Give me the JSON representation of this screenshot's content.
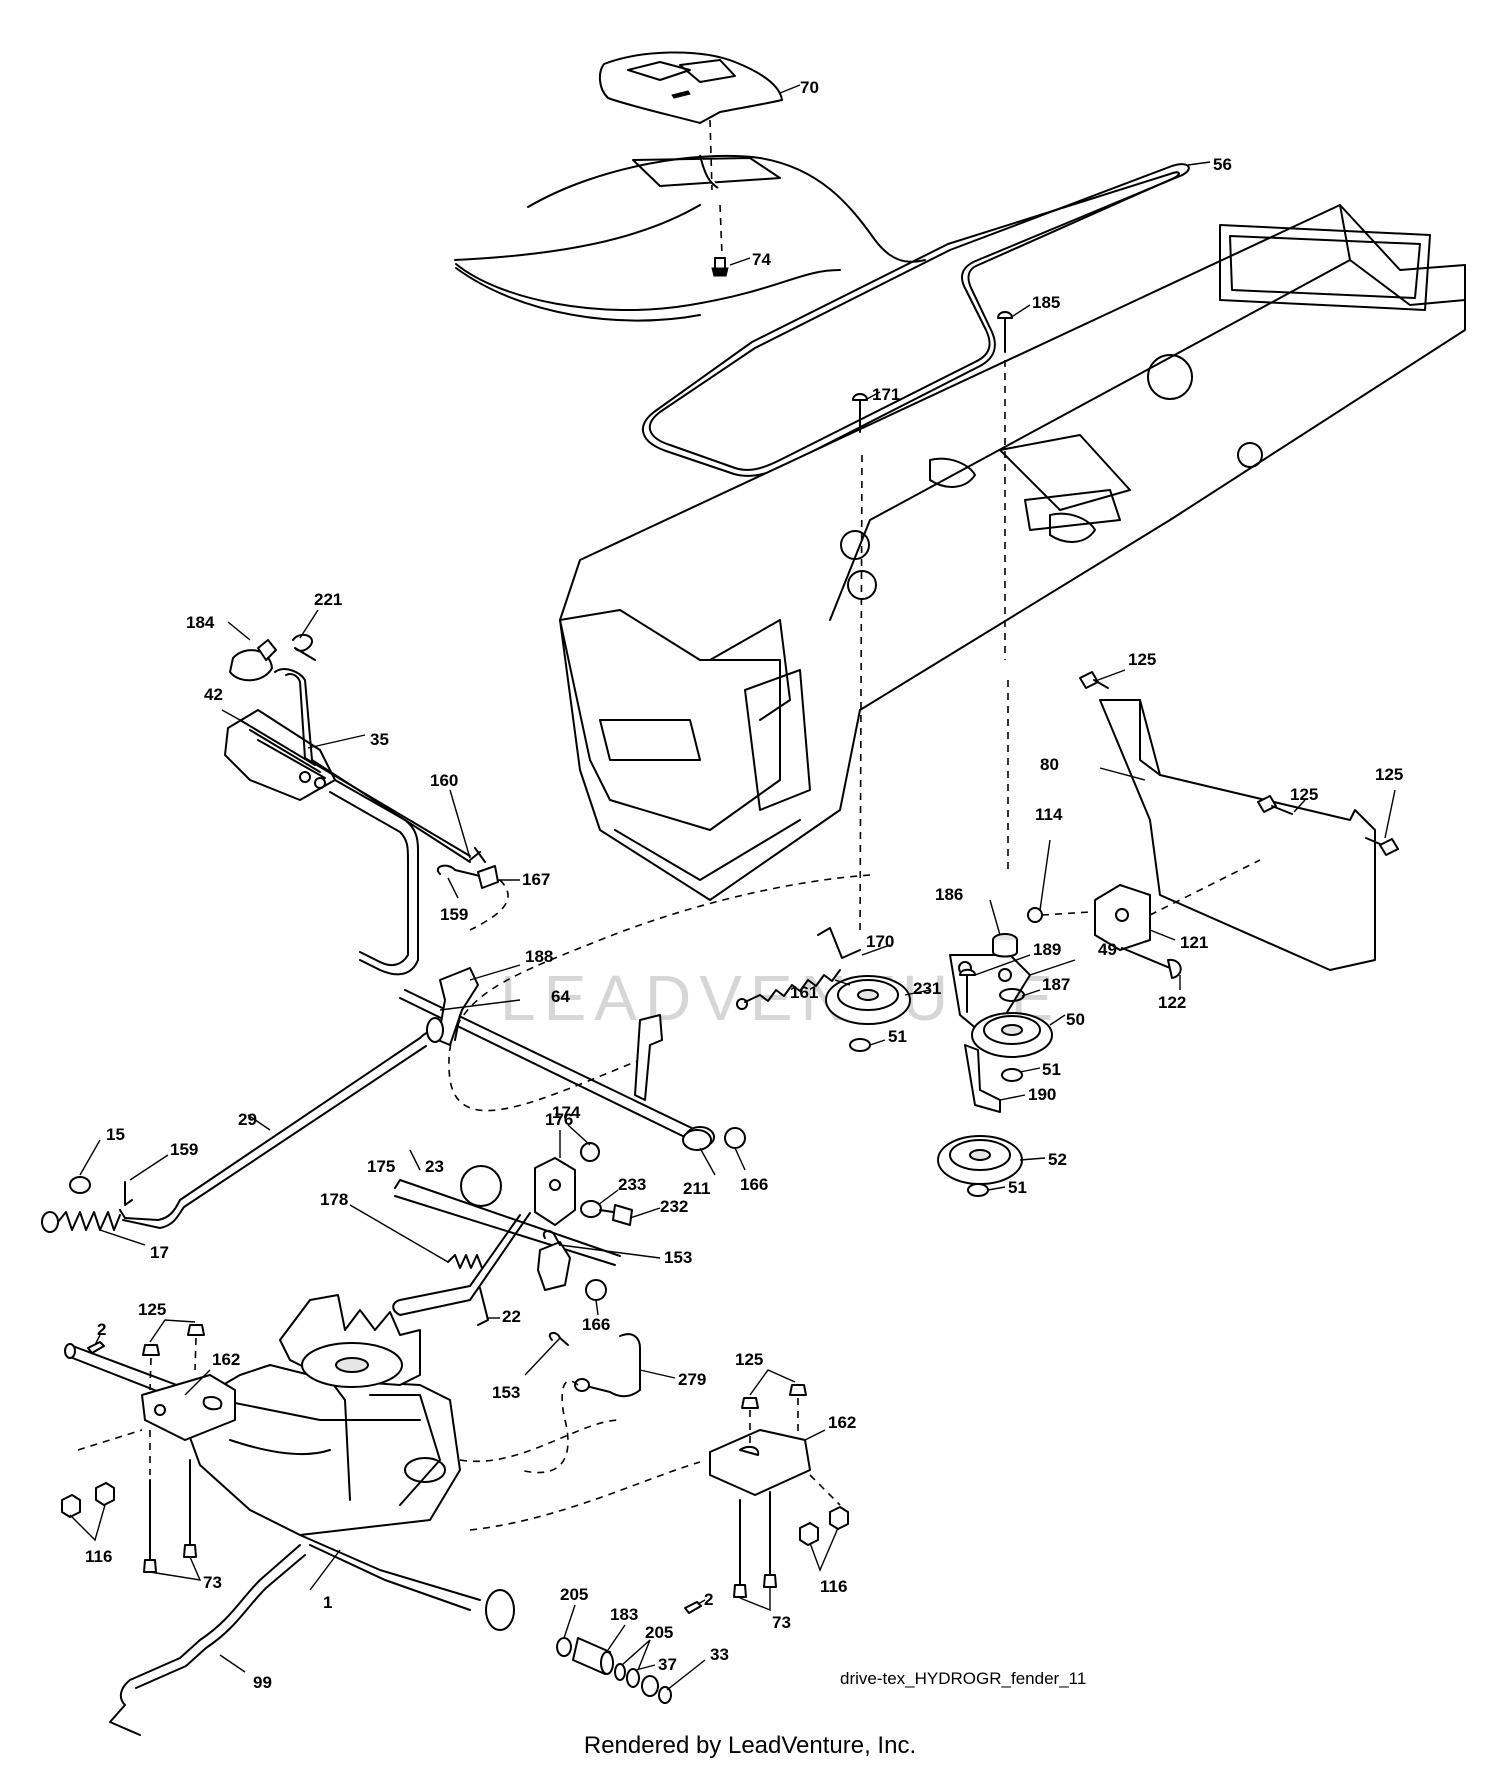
{
  "diagram": {
    "watermark": "LEADVENTURE",
    "reference_code": "drive-tex_HYDROGR_fender_11",
    "footer_credit": "Rendered by LeadVenture, Inc.",
    "callouts": [
      {
        "id": "70",
        "text": "70"
      },
      {
        "id": "56",
        "text": "56"
      },
      {
        "id": "74",
        "text": "74"
      },
      {
        "id": "185",
        "text": "185"
      },
      {
        "id": "171",
        "text": "171"
      },
      {
        "id": "184",
        "text": "184"
      },
      {
        "id": "221",
        "text": "221"
      },
      {
        "id": "42",
        "text": "42"
      },
      {
        "id": "35",
        "text": "35"
      },
      {
        "id": "160",
        "text": "160"
      },
      {
        "id": "159a",
        "text": "159"
      },
      {
        "id": "167",
        "text": "167"
      },
      {
        "id": "188",
        "text": "188"
      },
      {
        "id": "64",
        "text": "64"
      },
      {
        "id": "125a",
        "text": "125"
      },
      {
        "id": "80",
        "text": "80"
      },
      {
        "id": "125b",
        "text": "125"
      },
      {
        "id": "125c",
        "text": "125"
      },
      {
        "id": "114",
        "text": "114"
      },
      {
        "id": "186",
        "text": "186"
      },
      {
        "id": "121",
        "text": "121"
      },
      {
        "id": "122",
        "text": "122"
      },
      {
        "id": "189",
        "text": "189"
      },
      {
        "id": "49",
        "text": "49"
      },
      {
        "id": "170",
        "text": "170"
      },
      {
        "id": "187",
        "text": "187"
      },
      {
        "id": "231",
        "text": "231"
      },
      {
        "id": "161",
        "text": "161"
      },
      {
        "id": "50",
        "text": "50"
      },
      {
        "id": "51a",
        "text": "51"
      },
      {
        "id": "51b",
        "text": "51"
      },
      {
        "id": "190",
        "text": "190"
      },
      {
        "id": "52",
        "text": "52"
      },
      {
        "id": "51c",
        "text": "51"
      },
      {
        "id": "29",
        "text": "29"
      },
      {
        "id": "15",
        "text": "15"
      },
      {
        "id": "159b",
        "text": "159"
      },
      {
        "id": "17",
        "text": "17"
      },
      {
        "id": "176",
        "text": "176"
      },
      {
        "id": "174",
        "text": "174"
      },
      {
        "id": "175",
        "text": "175"
      },
      {
        "id": "23",
        "text": "23"
      },
      {
        "id": "233",
        "text": "233"
      },
      {
        "id": "232",
        "text": "232"
      },
      {
        "id": "211",
        "text": "211"
      },
      {
        "id": "166a",
        "text": "166"
      },
      {
        "id": "178",
        "text": "178"
      },
      {
        "id": "153a",
        "text": "153"
      },
      {
        "id": "166b",
        "text": "166"
      },
      {
        "id": "22",
        "text": "22"
      },
      {
        "id": "125d",
        "text": "125"
      },
      {
        "id": "2a",
        "text": "2"
      },
      {
        "id": "162a",
        "text": "162"
      },
      {
        "id": "153b",
        "text": "153"
      },
      {
        "id": "279",
        "text": "279"
      },
      {
        "id": "125e",
        "text": "125"
      },
      {
        "id": "162b",
        "text": "162"
      },
      {
        "id": "116a",
        "text": "116"
      },
      {
        "id": "116b",
        "text": "116"
      },
      {
        "id": "73a",
        "text": "73"
      },
      {
        "id": "73b",
        "text": "73"
      },
      {
        "id": "1",
        "text": "1"
      },
      {
        "id": "99",
        "text": "99"
      },
      {
        "id": "205a",
        "text": "205"
      },
      {
        "id": "2b",
        "text": "2"
      },
      {
        "id": "183",
        "text": "183"
      },
      {
        "id": "205b",
        "text": "205"
      },
      {
        "id": "37",
        "text": "37"
      },
      {
        "id": "33",
        "text": "33"
      }
    ]
  }
}
